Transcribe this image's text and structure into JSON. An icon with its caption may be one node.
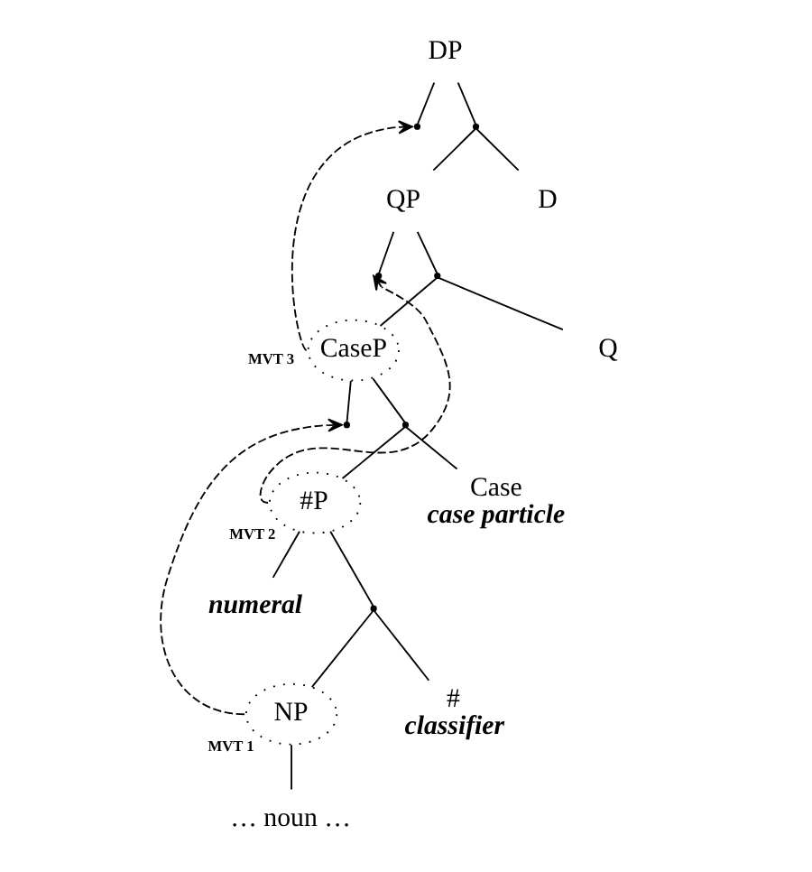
{
  "diagram": {
    "nodes": [
      {
        "text": [
          "DP"
        ]
      },
      {
        "text": [],
        "shape": "point"
      },
      {
        "text": [],
        "shape": "point"
      },
      {
        "text": [
          "QP"
        ]
      },
      {
        "text": [
          "D"
        ]
      },
      {
        "text": [],
        "shape": "point"
      },
      {
        "text": [],
        "shape": "point"
      },
      {
        "text": [
          "CaseP"
        ]
      },
      {
        "text": [
          "Q"
        ]
      },
      {
        "text": [],
        "shape": "point"
      },
      {
        "text": [],
        "shape": "point"
      },
      {
        "text": [
          "#P"
        ]
      },
      {
        "text": [
          "Case",
          "case particle"
        ]
      },
      {
        "text": [
          "numeral"
        ]
      },
      {
        "text": [],
        "shape": "point"
      },
      {
        "text": [
          "NP"
        ]
      },
      {
        "text": [
          "#",
          "classifier"
        ]
      },
      {
        "text": [
          "… noun …"
        ]
      }
    ],
    "edges": [
      {
        "from": 0,
        "to": 1,
        "arrow": "none"
      },
      {
        "from": 0,
        "to": 2,
        "arrow": "none"
      },
      {
        "from": 2,
        "to": 3,
        "arrow": "none"
      },
      {
        "from": 2,
        "to": 4,
        "arrow": "none"
      },
      {
        "from": 3,
        "to": 5,
        "arrow": "none"
      },
      {
        "from": 3,
        "to": 6,
        "arrow": "none"
      },
      {
        "from": 6,
        "to": 7,
        "arrow": "none"
      },
      {
        "from": 6,
        "to": 8,
        "arrow": "none"
      },
      {
        "from": 7,
        "to": 9,
        "arrow": "none"
      },
      {
        "from": 7,
        "to": 10,
        "arrow": "none"
      },
      {
        "from": 10,
        "to": 11,
        "arrow": "none"
      },
      {
        "from": 10,
        "to": 12,
        "arrow": "none"
      },
      {
        "from": 11,
        "to": 13,
        "arrow": "none"
      },
      {
        "from": 11,
        "to": 14,
        "arrow": "none"
      },
      {
        "from": 14,
        "to": 15,
        "arrow": "none"
      },
      {
        "from": 14,
        "to": 16,
        "arrow": "none"
      },
      {
        "from": 15,
        "to": 17,
        "arrow": "none"
      },
      {
        "from": 15,
        "to": 9,
        "arrow": "to",
        "style": "dashed",
        "label": "MVT 1"
      },
      {
        "from": 11,
        "to": 5,
        "arrow": "to",
        "style": "dashed",
        "label": "MVT 2"
      },
      {
        "from": 7,
        "to": 1,
        "arrow": "to",
        "style": "dashed",
        "label": "MVT 3"
      }
    ]
  }
}
